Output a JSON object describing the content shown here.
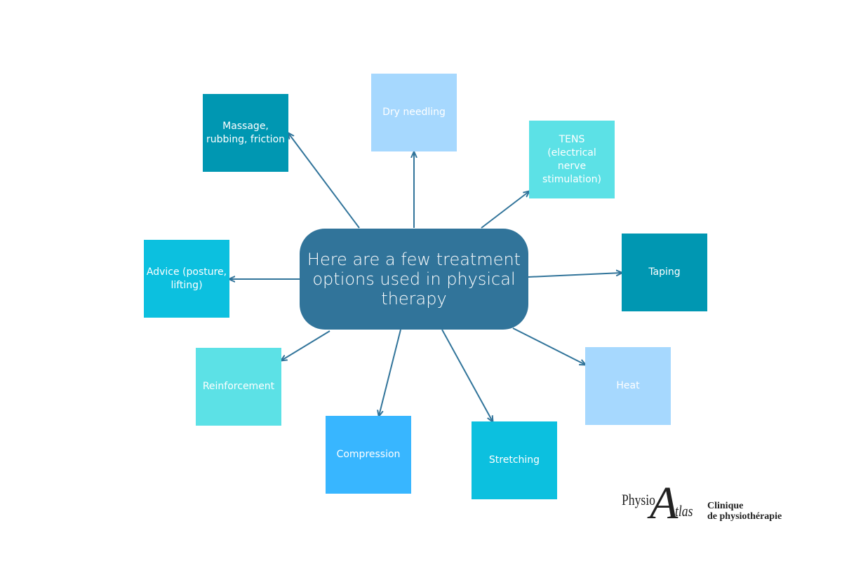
{
  "center": {
    "text": "Here are a few treatment options used in physical therapy",
    "color": "#31749a"
  },
  "arrow_color": "#31749a",
  "options": [
    {
      "label": "Massage, rubbing, friction",
      "color": "#0097b2"
    },
    {
      "label": "Dry needling",
      "color": "#a6d8fe"
    },
    {
      "label": "TENS (electrical nerve stimulation)",
      "color": "#5ce1e6"
    },
    {
      "label": "Taping",
      "color": "#0097b2"
    },
    {
      "label": "Heat",
      "color": "#a6d8fe"
    },
    {
      "label": "Stretching",
      "color": "#0cc0df"
    },
    {
      "label": "Compression",
      "color": "#38b6ff"
    },
    {
      "label": "Reinforcement",
      "color": "#5ce1e6"
    },
    {
      "label": "Advice (posture, lifting)",
      "color": "#0cc0df"
    }
  ],
  "logo": {
    "physio": "Physio",
    "a": "A",
    "tlas": "tlas",
    "line1": "Clinique",
    "line2": "de physiothérapie"
  }
}
